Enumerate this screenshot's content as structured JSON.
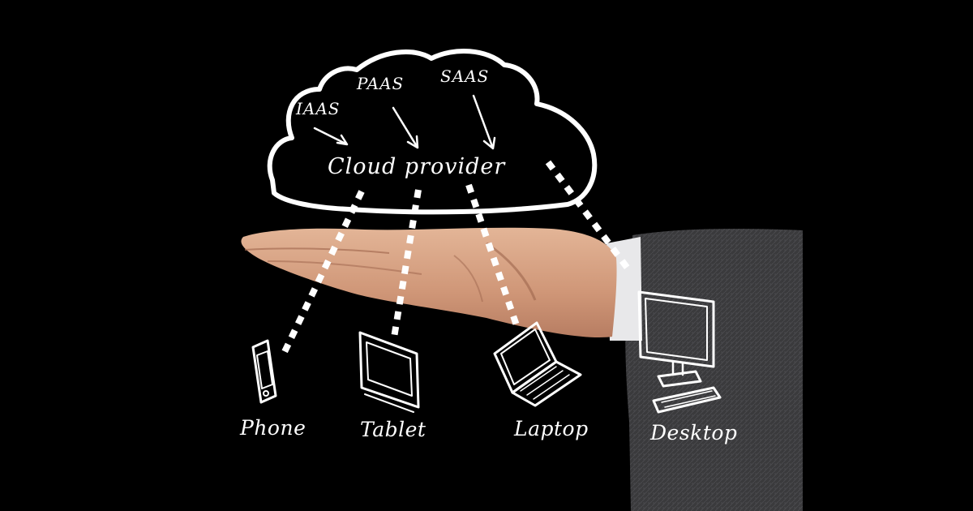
{
  "cloud": {
    "center_label": "Cloud provider",
    "services": [
      "IAAS",
      "PAAS",
      "SAAS"
    ]
  },
  "devices": [
    "Phone",
    "Tablet",
    "Laptop",
    "Desktop"
  ],
  "icons": {
    "cloud": "cloud-icon",
    "phone": "phone-icon",
    "tablet": "tablet-icon",
    "laptop": "laptop-icon",
    "desktop": "desktop-icon"
  },
  "colors": {
    "background": "#000000",
    "chalk": "#ffffff",
    "skin": "#d9a88a",
    "sleeve": "#3b3b3d"
  }
}
